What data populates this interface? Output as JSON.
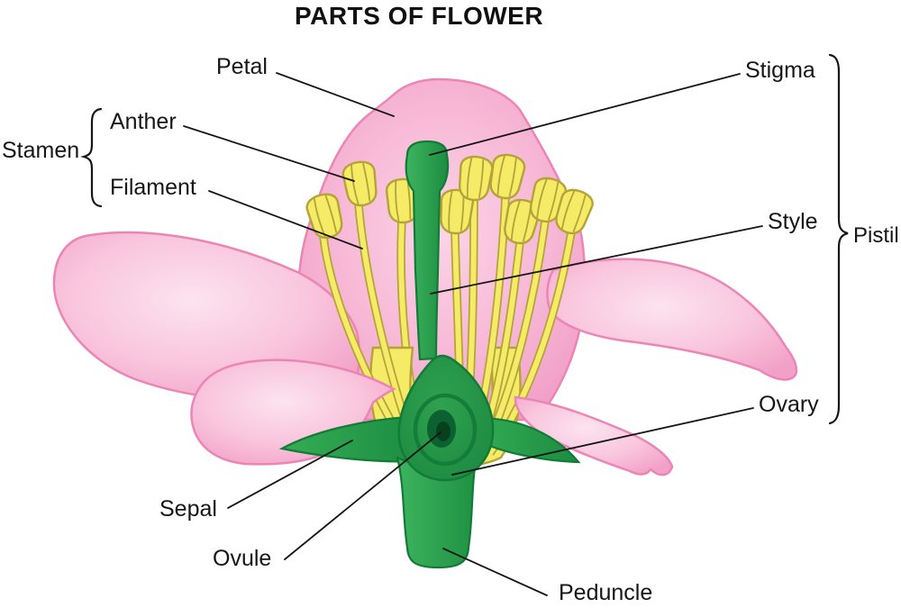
{
  "title": "PARTS OF FLOWER",
  "labels": {
    "petal": "Petal",
    "stamen": "Stamen",
    "anther": "Anther",
    "filament": "Filament",
    "stigma": "Stigma",
    "style": "Style",
    "pistil": "Pistil",
    "ovary": "Ovary",
    "sepal": "Sepal",
    "ovule": "Ovule",
    "peduncle": "Peduncle"
  },
  "palette": {
    "petal_pink": "#f6b0d1",
    "petal_light": "#fce0ee",
    "petal_outline": "#ec85b5",
    "stamen_yellow": "#f5eb66",
    "stamen_outline": "#b3a338",
    "green": "#2aa44c",
    "green_dark": "#127b37",
    "ovule_dark": "#0a5a2b",
    "line_black": "#161616"
  }
}
